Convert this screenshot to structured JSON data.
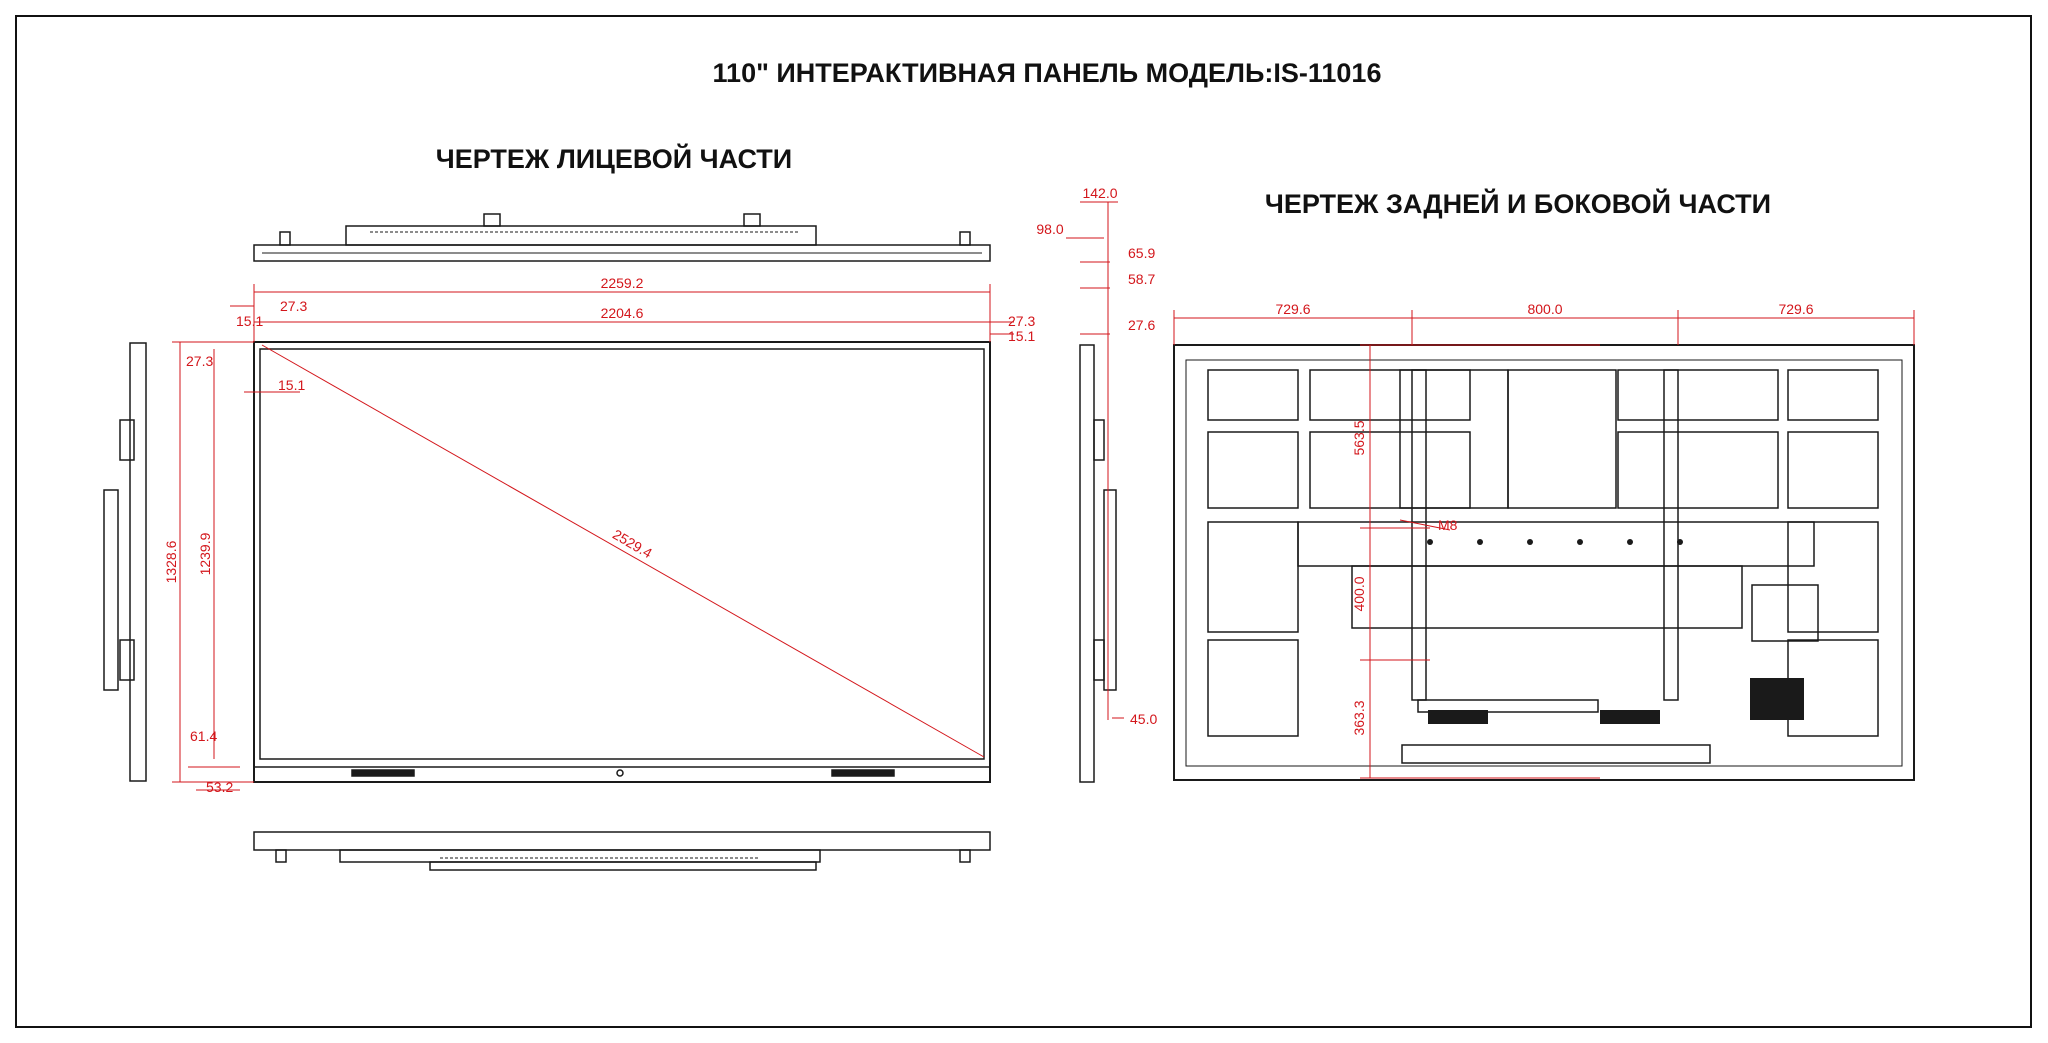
{
  "title": "110\" ИНТЕРАКТИВНАЯ ПАНЕЛЬ  МОДЕЛЬ:IS-11016",
  "front": {
    "heading": "ЧЕРТЕЖ ЛИЦЕВОЙ ЧАСТИ",
    "dims": {
      "width_outer": "2259.2",
      "width_inner": "2204.6",
      "bezel_top_left": "27.3",
      "bezel_top_right": "27.3",
      "bezel_side_left": "15.1",
      "bezel_side_right": "15.1",
      "bezel_left_mark": "27.3",
      "bezel_inner_mark": "15.1",
      "diagonal": "2529.4",
      "height_outer": "1328.6",
      "height_inner": "1239.9",
      "bottom_bezel": "61.4",
      "bottom_depth": "53.2"
    }
  },
  "side": {
    "dims": {
      "depth_total": "142.0",
      "depth_a": "98.0",
      "depth_b": "65.9",
      "depth_c": "58.7",
      "depth_d": "27.6",
      "bottom": "45.0"
    }
  },
  "back": {
    "heading": "ЧЕРТЕЖ ЗАДНЕЙ И БОКОВОЙ ЧАСТИ",
    "dims": {
      "left_span": "729.6",
      "center_span": "800.0",
      "right_span": "729.6",
      "vesa_top": "563.5",
      "vesa_height": "400.0",
      "vesa_bottom": "363.3",
      "hole": "M8"
    }
  },
  "colors": {
    "line": "#1a1a1a",
    "dimension": "#d3161b",
    "frame": "#111111"
  }
}
